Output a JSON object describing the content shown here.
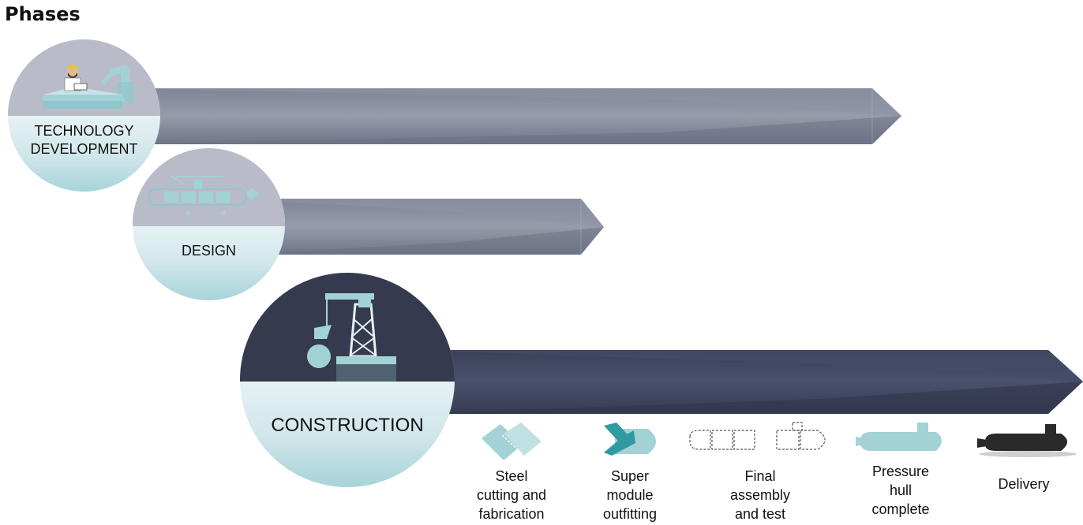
{
  "title": "Phases",
  "colors": {
    "accent": "#a3d2d6",
    "light_phase_top": "#b9bcc8",
    "construction_top": "#353a4f",
    "light_arrow": "#8a90a1",
    "construction_arrow": "#414862",
    "silhouette_dark": "#2a2a2a"
  },
  "phases": [
    {
      "label": "TECHNOLOGY\nDEVELOPMENT",
      "icon": "engineer-at-workbench-icon"
    },
    {
      "label": "DESIGN",
      "icon": "submarine-blueprint-icon"
    },
    {
      "label": "CONSTRUCTION",
      "icon": "crane-lifting-module-icon"
    }
  ],
  "milestones": [
    {
      "label": "Steel\ncutting and\nfabrication",
      "icon": "steel-plates-icon"
    },
    {
      "label": "Super\nmodule\noutfitting",
      "icon": "hull-module-icon"
    },
    {
      "label": "Final\nassembly\nand test",
      "icon": "dashed-submarine-sections-icon"
    },
    {
      "label": "Pressure\nhull\ncomplete",
      "icon": "submarine-hull-icon"
    },
    {
      "label": "Delivery",
      "icon": "completed-submarine-icon"
    }
  ]
}
